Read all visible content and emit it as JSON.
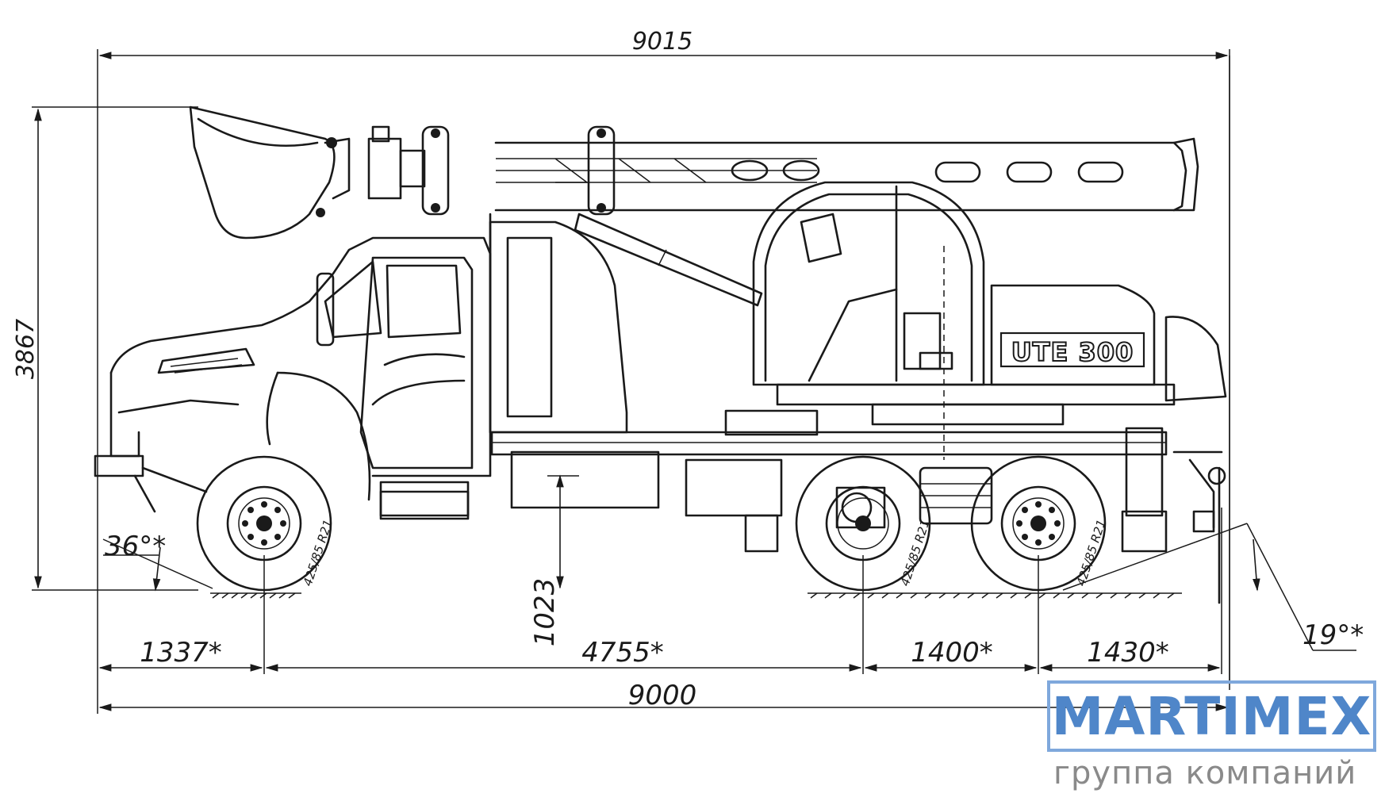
{
  "dimensions": {
    "overall_top": "9015",
    "overall_bottom": "9000",
    "height": "3867",
    "clearance": "1023",
    "front_overhang": "1337*",
    "wheelbase": "4755*",
    "bogie": "1400*",
    "rear_overhang": "1430*",
    "approach_angle": "36°*",
    "departure_angle": "19°*"
  },
  "vehicle": {
    "model_badge": "UTE 300",
    "tire_label": "425/85 R21"
  },
  "logo": {
    "name": "MARTIMEX",
    "tagline": "группа компаний"
  },
  "colors": {
    "line": "#1a1a1a",
    "logo_blue": "#4f86c9",
    "logo_border": "#7fa8dc",
    "logo_gray": "#8a8a8a"
  }
}
